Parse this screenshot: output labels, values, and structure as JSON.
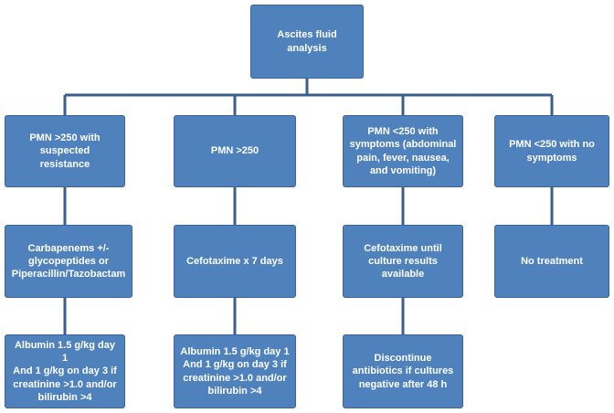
{
  "diagram": {
    "colors": {
      "box_fill": "#4f81bd",
      "box_border": "#3a6596",
      "connector": "#3a5f8c",
      "text": "#ffffff"
    },
    "root": {
      "label": "Ascites fluid analysis"
    },
    "columns": [
      {
        "condition": "PMN >250 with suspected\nresistance",
        "treatment": "Carbapenems  +/-\nglycopeptides or\nPiperacillin/Tazobactam",
        "followup": "Albumin 1.5 g/kg day 1\nAnd 1 g/kg on day 3 if\ncreatinine >1.0 and/or\nbilirubin >4"
      },
      {
        "condition": "PMN >250",
        "treatment": "Cefotaxime x 7 days",
        "followup": "Albumin 1.5 g/kg day 1\nAnd 1 g/kg on day 3 if\ncreatinine >1.0 and/or\nbilirubin >4"
      },
      {
        "condition": "PMN <250 with\nsymptoms (abdominal\npain, fever, nausea,\nand vomiting)",
        "treatment": "Cefotaxime  until\nculture results\navailable",
        "followup": "Discontinue\nantibiotics if cultures\nnegative after 48 h"
      },
      {
        "condition": "PMN <250 with  no\nsymptoms",
        "treatment": "No treatment"
      }
    ]
  }
}
